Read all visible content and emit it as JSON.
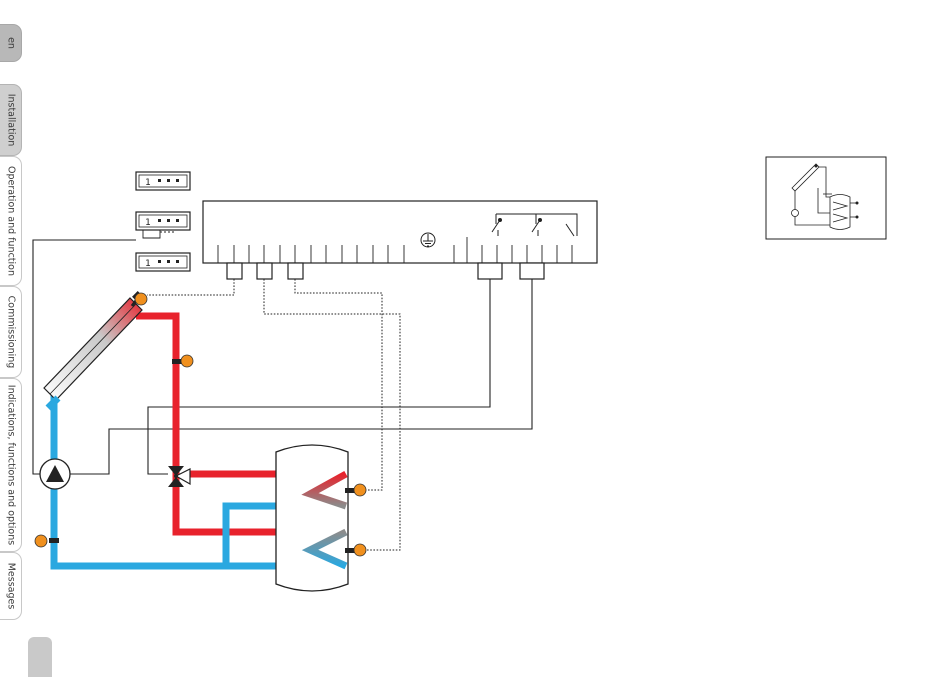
{
  "sidebar": {
    "language_tab": "en",
    "tabs": [
      {
        "label": "Installation",
        "active": true
      },
      {
        "label": "Operation and function",
        "active": false
      },
      {
        "label": "Commissioning",
        "active": false
      },
      {
        "label": "Indications, functions and options",
        "active": false
      },
      {
        "label": "Messages",
        "active": false
      }
    ]
  },
  "connectors": [
    {
      "label": "1 ■ ■ ■"
    },
    {
      "label": "1 ■ ■ ■"
    },
    {
      "label": "1 ■ ■ ■"
    }
  ],
  "colors": {
    "hot_pipe": "#e8222c",
    "cold_pipe": "#2aa8e0",
    "sensor": "#f0901e",
    "wire": "#222222"
  },
  "icons": [
    "ground-icon",
    "relay-contact-icon",
    "pump-icon",
    "three-way-valve-icon",
    "temperature-sensor-icon",
    "solar-collector-icon",
    "storage-tank-icon"
  ]
}
